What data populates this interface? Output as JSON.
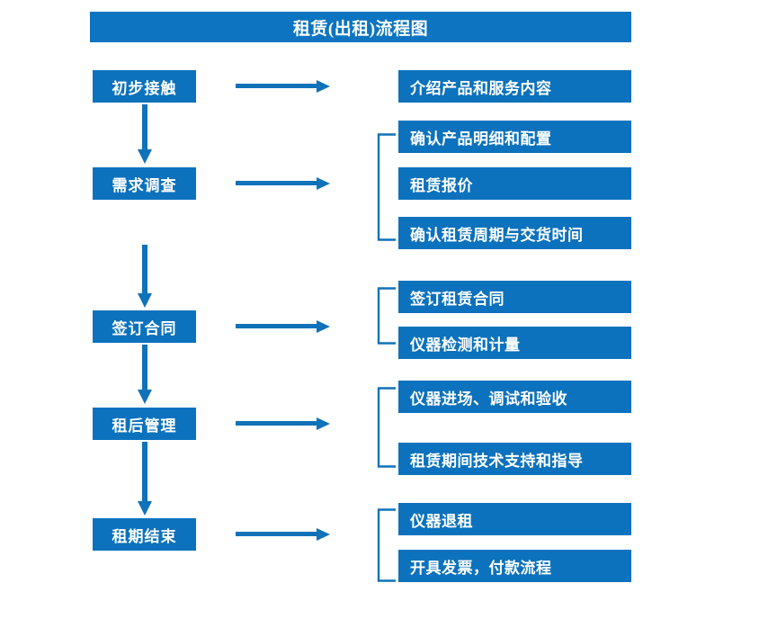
{
  "title": "租赁(出租)流程图",
  "colors": {
    "box_blue": "#0c72bd",
    "title_blue": "#0c74c0",
    "connector_blue": "#1072b8",
    "text_white": "#ffffff",
    "background": "#ffffff"
  },
  "stages": [
    {
      "label": "初步接触"
    },
    {
      "label": "需求调查"
    },
    {
      "label": "签订合同"
    },
    {
      "label": "租后管理"
    },
    {
      "label": "租期结束"
    }
  ],
  "details": [
    {
      "label": "介绍产品和服务内容"
    },
    {
      "label": "确认产品明细和配置"
    },
    {
      "label": "租赁报价"
    },
    {
      "label": "确认租赁周期与交货时间"
    },
    {
      "label": "签订租赁合同"
    },
    {
      "label": "仪器检测和计量"
    },
    {
      "label": "仪器进场、调试和验收"
    },
    {
      "label": "租赁期间技术支持和指导"
    },
    {
      "label": "仪器退租"
    },
    {
      "label": "开具发票，付款流程"
    }
  ],
  "flow": {
    "stage_to_details": [
      {
        "stage": "初步接触",
        "details": [
          "介绍产品和服务内容"
        ]
      },
      {
        "stage": "需求调查",
        "details": [
          "确认产品明细和配置",
          "租赁报价",
          "确认租赁周期与交货时间"
        ]
      },
      {
        "stage": "签订合同",
        "details": [
          "签订租赁合同",
          "仪器检测和计量"
        ]
      },
      {
        "stage": "租后管理",
        "details": [
          "仪器进场、调试和验收",
          "租赁期间技术支持和指导"
        ]
      },
      {
        "stage": "租期结束",
        "details": [
          "仪器退租",
          "开具发票，付款流程"
        ]
      }
    ]
  }
}
